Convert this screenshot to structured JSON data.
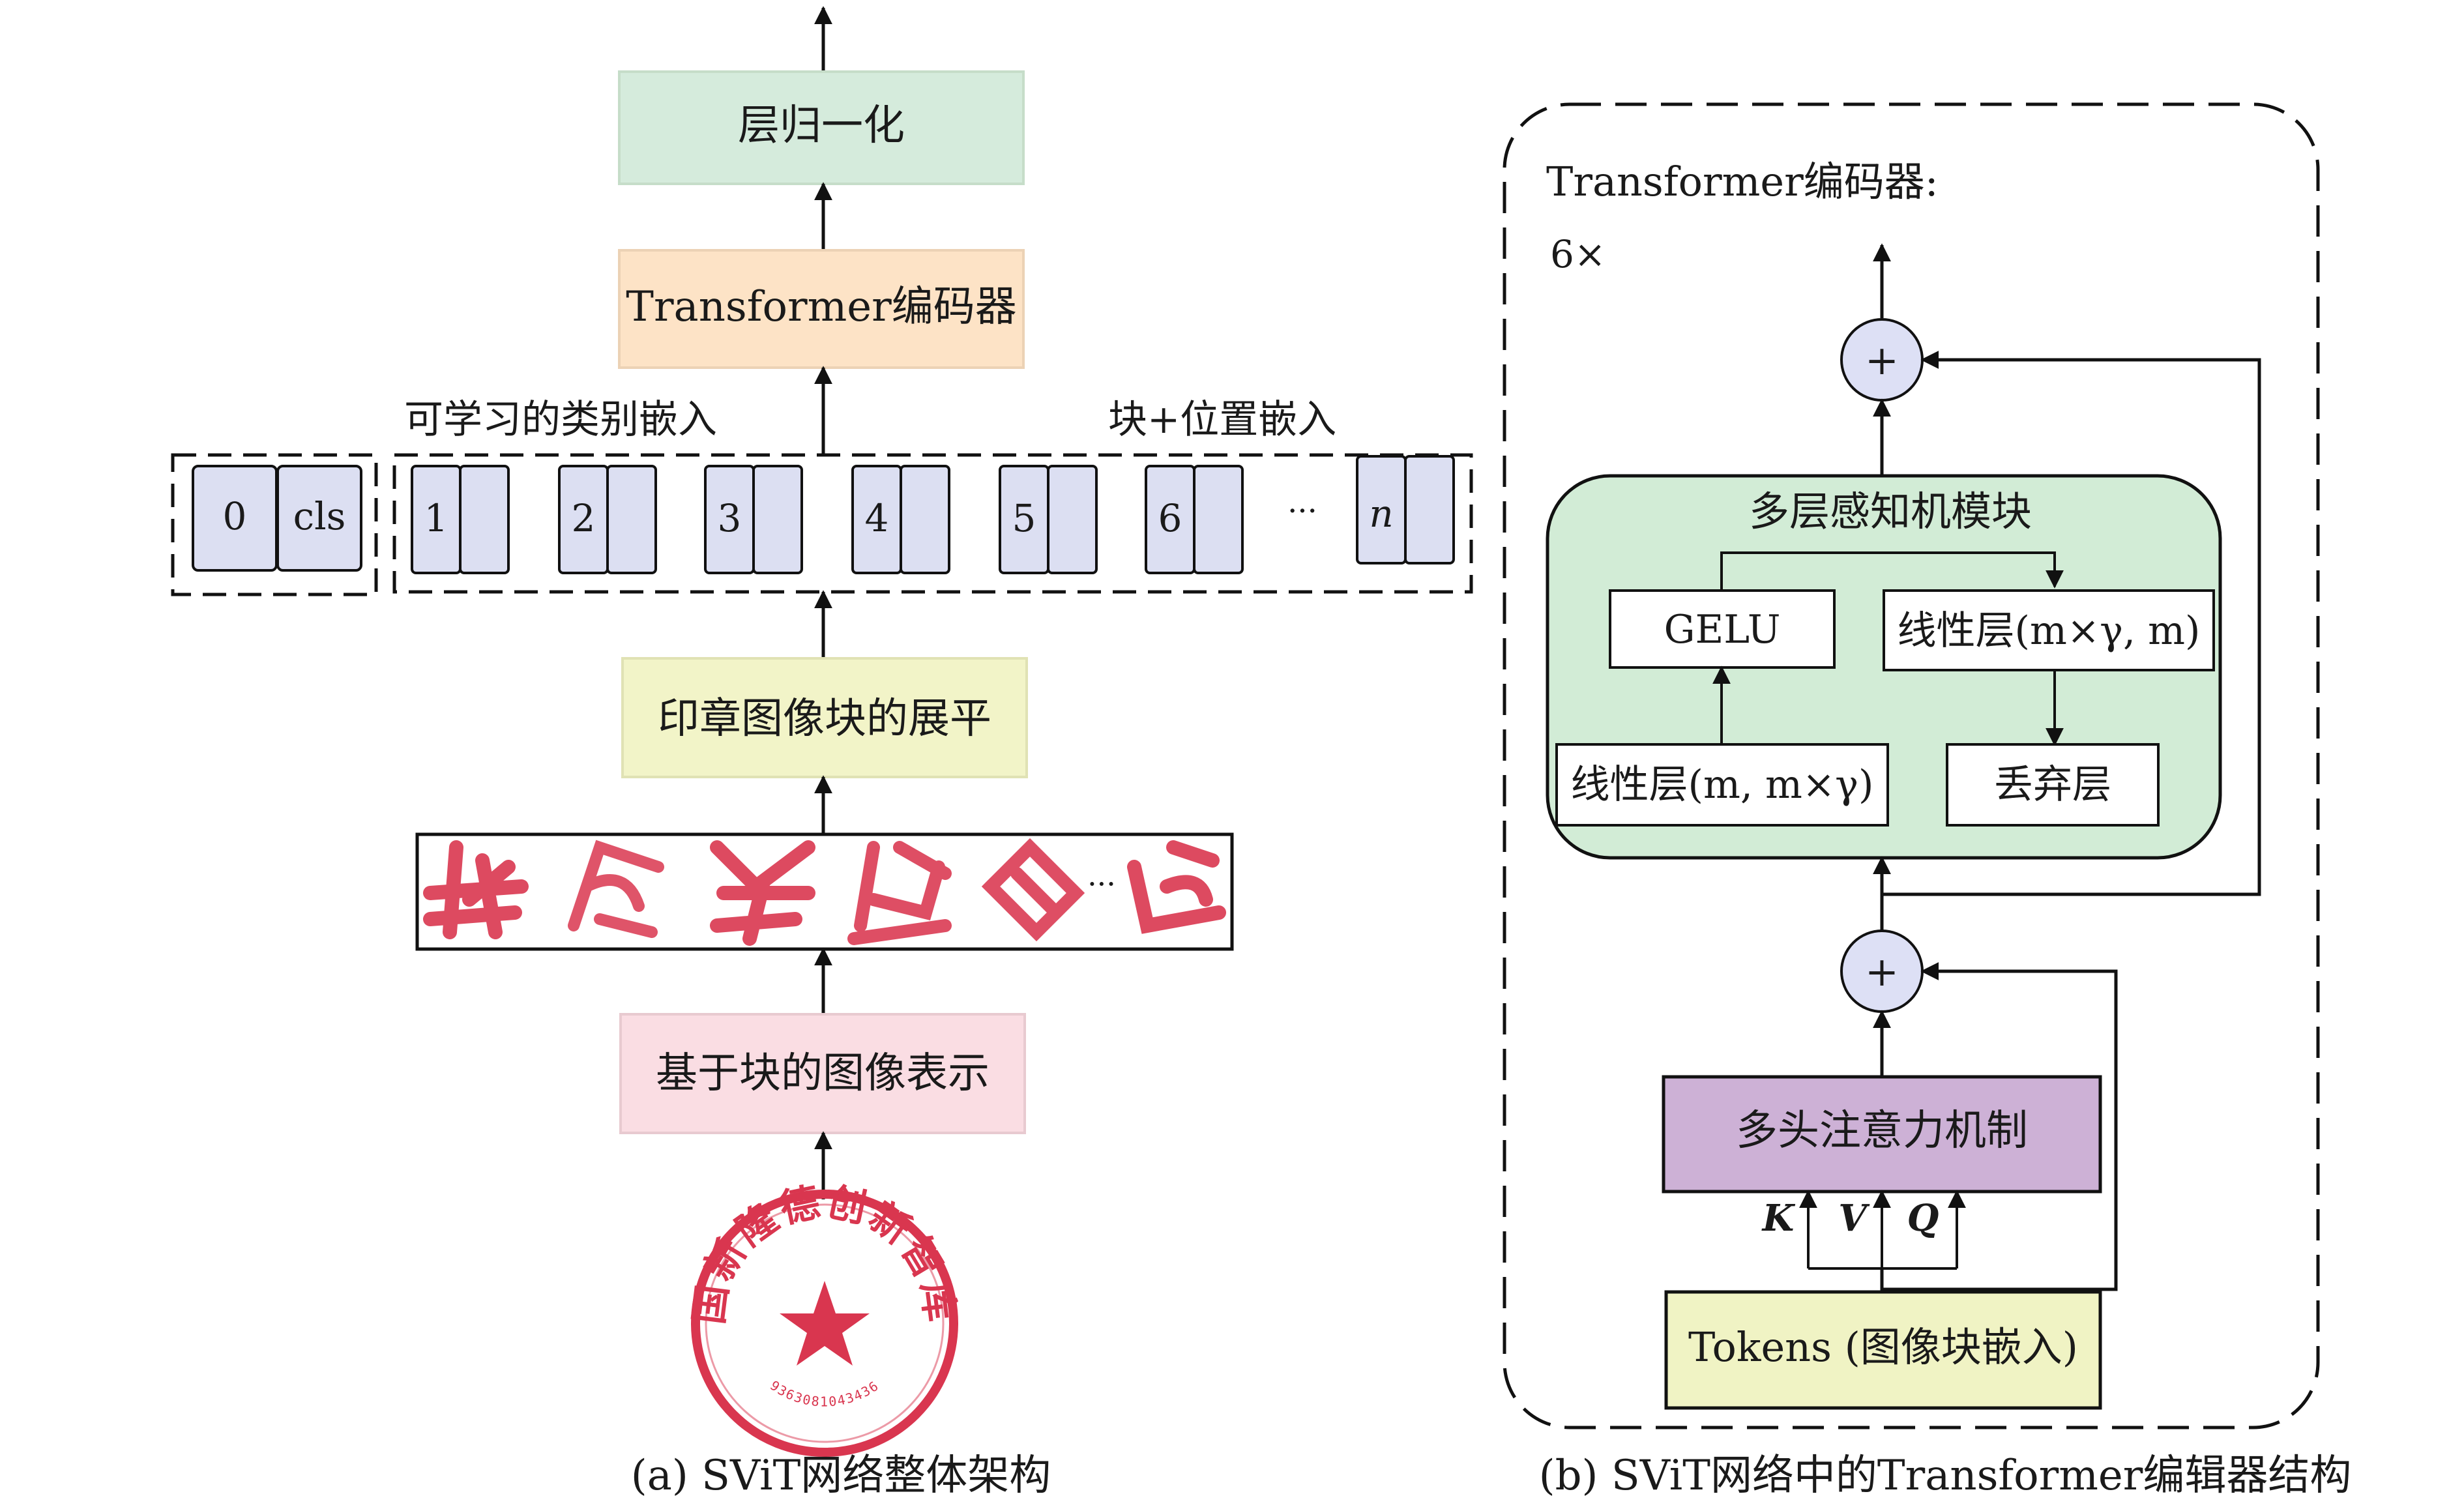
{
  "left": {
    "caption": "(a) SViT网络整体架构",
    "layer_norm": "层归一化",
    "encoder": "Transformer编码器",
    "class_embed_label": "可学习的类别嵌入",
    "patch_pos_label": "块+位置嵌入",
    "cls_tokens": [
      "0",
      "cls"
    ],
    "patch_indices": [
      "1",
      "2",
      "3",
      "4",
      "5",
      "6"
    ],
    "ellipsis": "···",
    "last_index": "n",
    "flatten": "印章图像块的展平",
    "patch_rep": "基于块的图像表示",
    "patch_ellipsis": "···",
    "seal": {
      "ring_text": "深圳国新隆德创新智库联盟",
      "serial": "9363081043436"
    }
  },
  "right": {
    "caption": "(b) SViT网络中的Transformer编辑器结构",
    "title": "Transformer编码器:",
    "repeat": "6×",
    "plus": "+",
    "mlp": {
      "title": "多层感知机模块",
      "gelu": "GELU",
      "linear2": "线性层(m×γ, m)",
      "linear1": "线性层(m, m×γ)",
      "dropout": "丢弃层"
    },
    "attention": "多头注意力机制",
    "kvq": [
      "K",
      "V",
      "Q"
    ],
    "tokens": "Tokens (图像块嵌入)"
  },
  "colors": {
    "layer_norm": "#d5ebdc",
    "encoder": "#fde3c6",
    "token": "#dcdff2",
    "flatten": "#f2f4c8",
    "patch_rep": "#fadde3",
    "mlp_block": "#d2ecd6",
    "attention": "#cdb1d6",
    "tokens": "#f0f3c4",
    "plus": "#dde0f5",
    "seal": "#d9364f"
  }
}
